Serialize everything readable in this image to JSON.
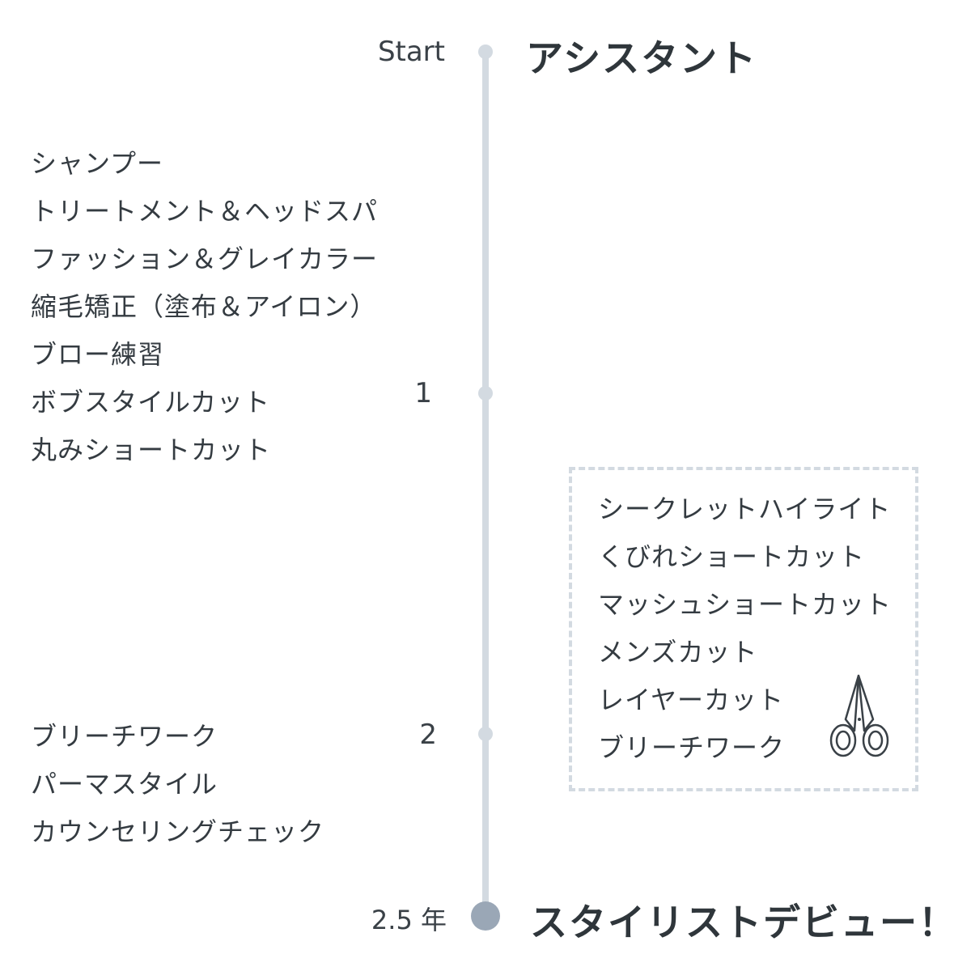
{
  "timeline": {
    "start_label": "Start",
    "milestone_1": "1",
    "milestone_2": "2",
    "end_label": "2.5 年",
    "start_title": "アシスタント",
    "end_title": "スタイリストデビュー！"
  },
  "year1_skills": [
    "シャンプー",
    "トリートメント＆ヘッドスパ",
    "ファッション＆グレイカラー",
    "縮毛矯正（塗布＆アイロン）",
    "ブロー練習",
    "ボブスタイルカット",
    "丸みショートカット"
  ],
  "year2_skills": [
    "ブリーチワーク",
    "パーマスタイル",
    "カウンセリングチェック"
  ],
  "stylist_skills": [
    "シークレットハイライト",
    "くびれショートカット",
    "マッシュショートカット",
    "メンズカット",
    "レイヤーカット",
    "ブリーチワーク"
  ],
  "icons": {
    "box_icon": "scissors-icon"
  },
  "colors": {
    "line": "#d3dae1",
    "end_dot": "#9aa7b6",
    "text": "#333a40"
  }
}
